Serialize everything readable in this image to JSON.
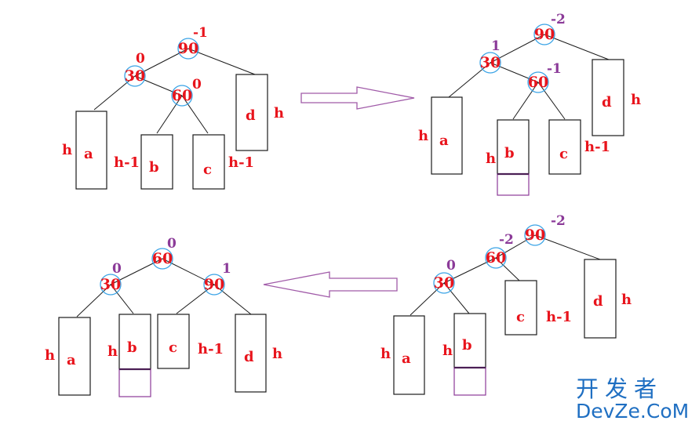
{
  "colors": {
    "label": "#e8141c",
    "purple": "#8b3a98",
    "ring": "#39a3e6",
    "brand": "#1f6fc2"
  },
  "panels": {
    "top_left": {
      "nodes": {
        "n90": "90",
        "n30": "30",
        "n60": "60"
      },
      "balance": {
        "n90": "-1",
        "n30": "0",
        "n60": "0"
      },
      "boxes": {
        "a": "a",
        "b": "b",
        "c": "c",
        "d": "d"
      },
      "heights": {
        "a": "h",
        "b": "h-1",
        "c": "h-1",
        "d": "h"
      }
    },
    "top_right": {
      "nodes": {
        "n90": "90",
        "n30": "30",
        "n60": "60"
      },
      "balance": {
        "n90": "-2",
        "n30": "1",
        "n60": "-1"
      },
      "boxes": {
        "a": "a",
        "b": "b",
        "c": "c",
        "d": "d"
      },
      "heights": {
        "a": "h",
        "b": "h",
        "c": "h-1",
        "d": "h"
      }
    },
    "bottom_right": {
      "nodes": {
        "n90": "90",
        "n60": "60",
        "n30": "30"
      },
      "balance": {
        "n90": "-2",
        "n60": "-2",
        "n30": "0"
      },
      "boxes": {
        "a": "a",
        "b": "b",
        "c": "c",
        "d": "d"
      },
      "heights": {
        "a": "h",
        "b": "h",
        "c": "h-1",
        "d": "h"
      }
    },
    "bottom_left": {
      "nodes": {
        "n60": "60",
        "n30": "30",
        "n90": "90"
      },
      "balance": {
        "n60": "0",
        "n30": "0",
        "n90": "1"
      },
      "boxes": {
        "a": "a",
        "b": "b",
        "c": "c",
        "d": "d"
      },
      "heights": {
        "a": "h",
        "b": "h",
        "c": "h-1",
        "d": "h"
      }
    }
  },
  "watermark": {
    "cn": "开发者",
    "en": "DevZe.CoM"
  }
}
